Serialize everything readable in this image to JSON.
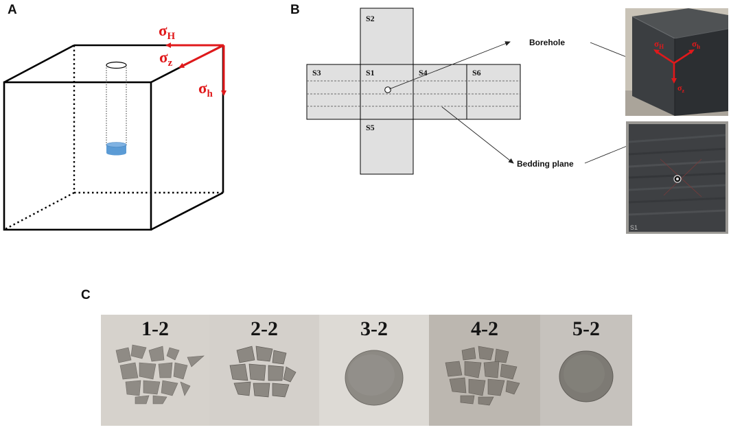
{
  "panels": {
    "a": {
      "label": "A",
      "stress_labels": [
        {
          "main": "σ",
          "sub": "H"
        },
        {
          "main": "σ",
          "sub": "z"
        },
        {
          "main": "σ",
          "sub": "h"
        }
      ]
    },
    "b": {
      "label": "B",
      "faces": [
        "S2",
        "S3",
        "S1",
        "S4",
        "S6",
        "S5"
      ],
      "annotations": {
        "borehole": "Borehole",
        "bedding_plane": "Bedding plane"
      },
      "photo_stress_labels": [
        {
          "main": "σ",
          "sub": "H"
        },
        {
          "main": "σ",
          "sub": "h"
        },
        {
          "main": "σ",
          "sub": "z"
        }
      ],
      "photo_face_marking": "S1"
    },
    "c": {
      "label": "C",
      "samples": [
        {
          "label": "1-2",
          "state": "fragmented"
        },
        {
          "label": "2-2",
          "state": "fragmented"
        },
        {
          "label": "3-2",
          "state": "intact"
        },
        {
          "label": "4-2",
          "state": "fragmented"
        },
        {
          "label": "5-2",
          "state": "intact"
        }
      ]
    }
  },
  "colors": {
    "stress_arrow": "#e0191b",
    "borehole_water": "#5b9bd5",
    "face_fill": "#e0e0e0",
    "cube_edge": "#000000"
  }
}
